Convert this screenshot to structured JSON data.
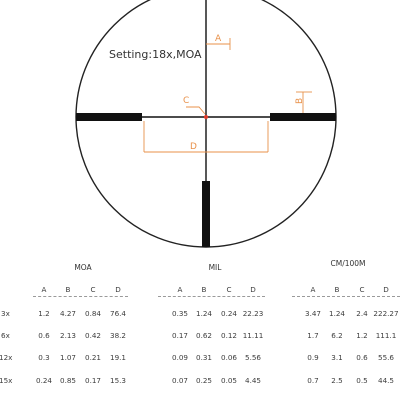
{
  "diagram": {
    "setting_text": "Setting:18x,MOA",
    "labels": {
      "a": "A",
      "b": "B",
      "c": "C",
      "d": "D"
    },
    "colors": {
      "annotation": "#e8914a",
      "reticle": "#111111",
      "center_dot": "#e23a2a"
    }
  },
  "table": {
    "column_letters": [
      "A",
      "B",
      "C",
      "D"
    ],
    "magnifications": [
      "3x",
      "6x",
      "12x",
      "15x"
    ],
    "groups": [
      {
        "title": "MOA",
        "rows": [
          [
            "1.2",
            "4.27",
            "0.84",
            "76.4"
          ],
          [
            "0.6",
            "2.13",
            "0.42",
            "38.2"
          ],
          [
            "0.3",
            "1.07",
            "0.21",
            "19.1"
          ],
          [
            "0.24",
            "0.85",
            "0.17",
            "15.3"
          ]
        ]
      },
      {
        "title": "MIL",
        "rows": [
          [
            "0.35",
            "1.24",
            "0.24",
            "22.23"
          ],
          [
            "0.17",
            "0.62",
            "0.12",
            "11.11"
          ],
          [
            "0.09",
            "0.31",
            "0.06",
            "5.56"
          ],
          [
            "0.07",
            "0.25",
            "0.05",
            "4.45"
          ]
        ]
      },
      {
        "title": "CM/100M",
        "rows": [
          [
            "3.47",
            "1.24",
            "2.4",
            "222.27"
          ],
          [
            "1.7",
            "6.2",
            "1.2",
            "111.1"
          ],
          [
            "0.9",
            "3.1",
            "0.6",
            "55.6"
          ],
          [
            "0.7",
            "2.5",
            "0.5",
            "44.5"
          ]
        ]
      }
    ]
  }
}
